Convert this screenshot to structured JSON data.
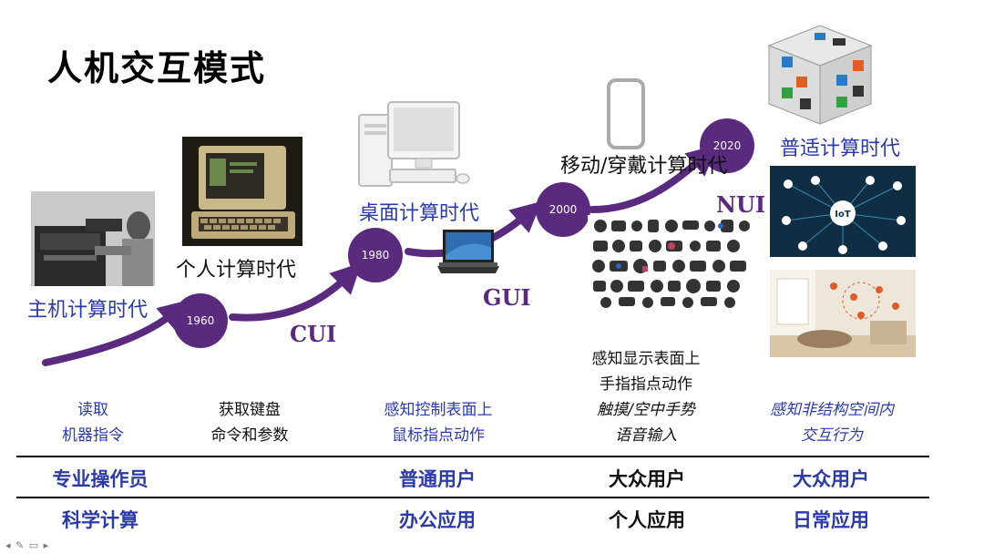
{
  "title": "人机交互模式",
  "eras": {
    "mainframe": "主机计算时代",
    "personal": "个人计算时代",
    "desktop": "桌面计算时代",
    "mobile": "移动/穿戴计算时代",
    "ubiquitous": "普适计算时代"
  },
  "nodes": {
    "n1960": "1960",
    "n1980": "1980",
    "n2000": "2000",
    "n2020": "2020"
  },
  "interfaces": {
    "cui": "CUI",
    "gui": "GUI",
    "nui": "NUI"
  },
  "iot_badge": "IoT",
  "descriptions": {
    "col1": [
      "读取",
      "机器指令"
    ],
    "col2": [
      "获取键盘",
      "命令和参数"
    ],
    "col3": [
      "感知控制表面上",
      "鼠标指点动作"
    ],
    "col4_upright": [
      "感知显示表面上",
      "手指指点动作"
    ],
    "col4_italic": [
      "触摸/空中手势",
      "语音输入"
    ],
    "col5": [
      "感知非结构空间内",
      "交互行为"
    ]
  },
  "users_row": {
    "col1": "专业操作员",
    "col3": "普通用户",
    "col4": "大众用户",
    "col5": "大众用户"
  },
  "apps_row": {
    "col1": "科学计算",
    "col3": "办公应用",
    "col4": "个人应用",
    "col5": "日常应用"
  },
  "colors": {
    "purple": "#5a2a7e",
    "blue": "#2b3aa8",
    "text": "#111111"
  },
  "slide_nav_icons": [
    "prev-arrow-icon",
    "edit-icon",
    "slides-icon",
    "next-arrow-icon"
  ]
}
